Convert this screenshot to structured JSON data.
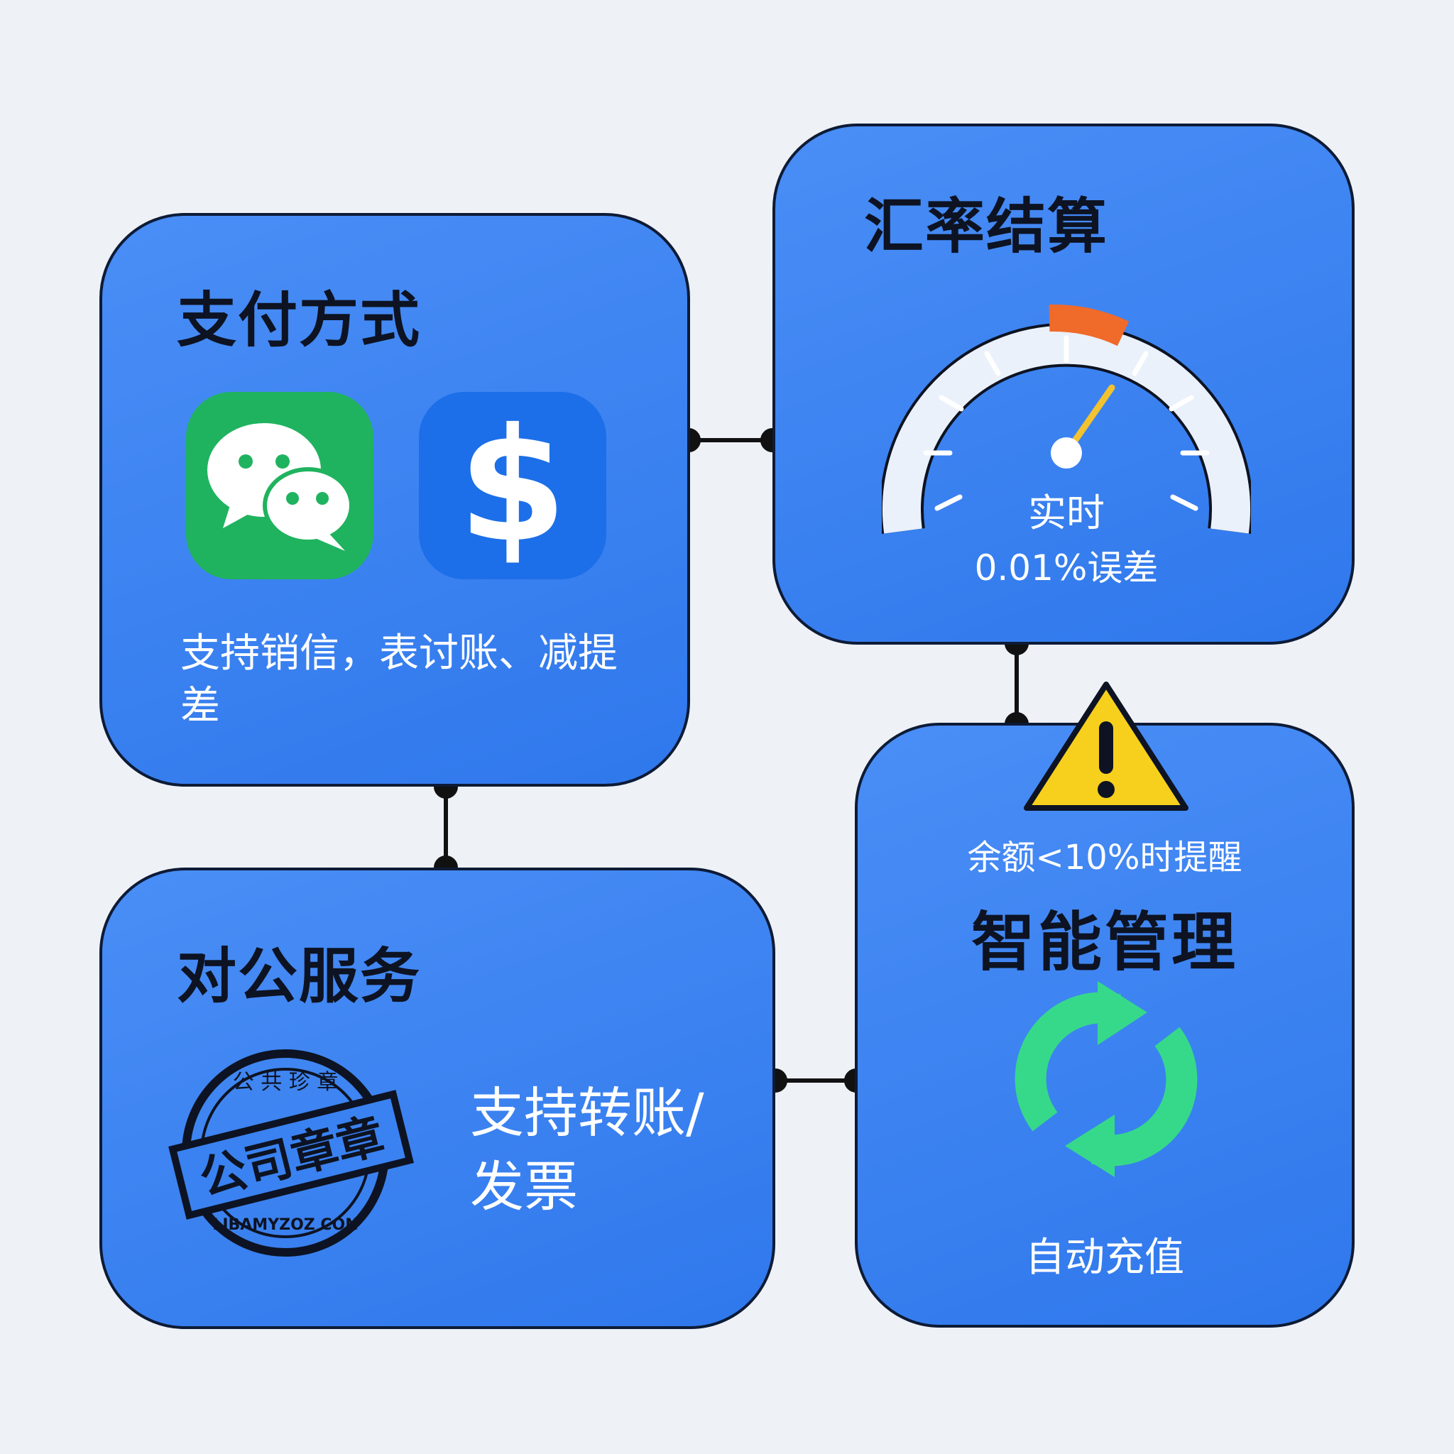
{
  "colors": {
    "background": "#eef1f6",
    "card_blue": "#3a82f1",
    "card_border": "#0d1b36",
    "connector": "#111111",
    "wechat_green": "#1fb35f",
    "dollar_blue": "#1c6fe8",
    "gauge_needle": "#f2c230",
    "gauge_redzone": "#f06a2a",
    "warning_yellow": "#f7cf1d",
    "refresh_green": "#36d98a"
  },
  "payment": {
    "title": "支付方式",
    "icons": [
      "wechat-icon",
      "dollar-icon"
    ],
    "dollar_symbol": "$",
    "description": "支持销信，表讨账、减提差"
  },
  "exchange": {
    "title": "汇率结算",
    "gauge_line1": "实时",
    "gauge_line2": "0.01%误差"
  },
  "corporate": {
    "title": "对公服务",
    "stamp_main": "公司章章",
    "stamp_top": "公 共 珍 章",
    "stamp_bottom": "LIBAMYZOZ CON",
    "description": "支持转账/发票"
  },
  "smart": {
    "alert": "余额<10%时提醒",
    "title": "智能管理",
    "caption": "自动充值",
    "icons": [
      "warning-icon",
      "refresh-icon"
    ]
  }
}
